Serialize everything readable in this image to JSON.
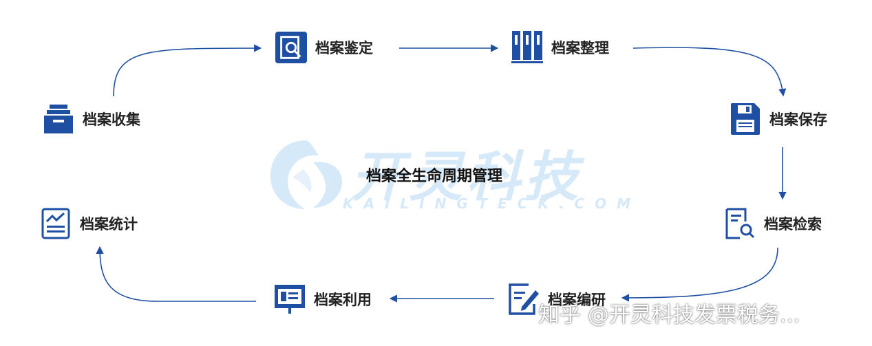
{
  "diagram": {
    "center_title": "档案全生命周期管理",
    "watermark": {
      "text": "开灵科技",
      "subtext": "KAILINGTECK.COM"
    },
    "nodes": {
      "collect": {
        "label": "档案收集",
        "icon": "inbox-tray-icon"
      },
      "appraise": {
        "label": "档案鉴定",
        "icon": "document-search-icon"
      },
      "organize": {
        "label": "档案整理",
        "icon": "binders-icon"
      },
      "store": {
        "label": "档案保存",
        "icon": "floppy-disk-icon"
      },
      "retrieve": {
        "label": "档案检索",
        "icon": "document-magnifier-icon"
      },
      "compile": {
        "label": "档案编研",
        "icon": "edit-document-icon"
      },
      "use": {
        "label": "档案利用",
        "icon": "presentation-board-icon"
      },
      "stats": {
        "label": "档案统计",
        "icon": "line-chart-document-icon"
      }
    },
    "footer_credit": "知乎 @开灵科技发票税务..."
  },
  "colors": {
    "primary": "#1f4fa3",
    "watermark": "#d6e9f8",
    "text": "#222222"
  }
}
